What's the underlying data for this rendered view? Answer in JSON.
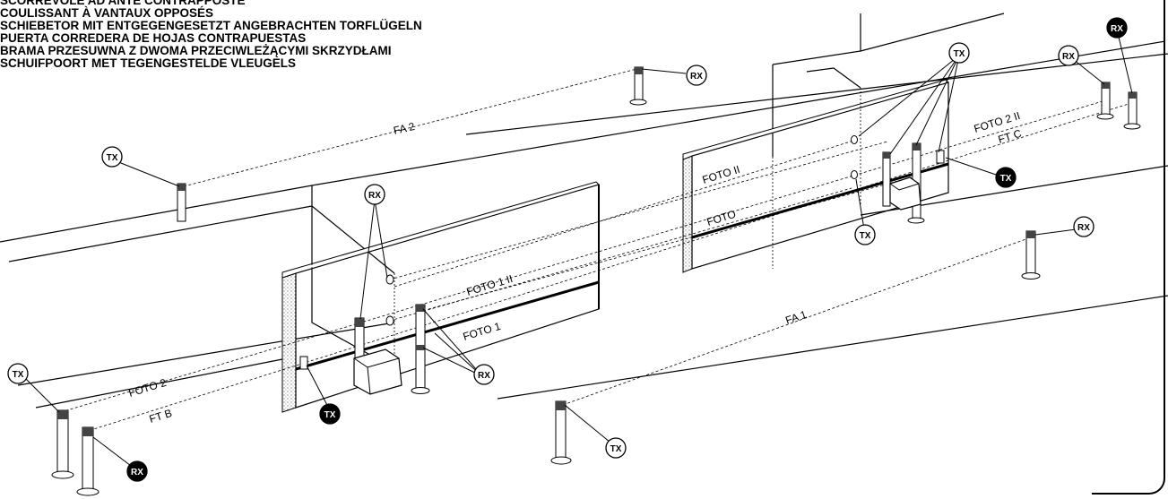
{
  "titles": [
    "SCORREVOLE AD ANTE CONTRAPPOSTE",
    "COULISSANT À VANTAUX OPPOSÉS",
    "SCHIEBETOR MIT ENTGEGENGESETZT ANGEBRACHTEN TORFLÜGELN",
    "PUERTA CORREDERA DE HOJAS CONTRAPUESTAS",
    "BRAMA PRZESUWNA Z DWOMA PRZECIWLEŻĄCYMI SKRZYDŁAMI",
    "SCHUIFPOORT MET TEGENGESTELDE VLEUGELS"
  ],
  "beam_labels": {
    "fa2": "FA 2",
    "fa1": "FA 1",
    "foto1_ii": "FOTO 1 II",
    "foto1": "FOTO 1",
    "foto2": "FOTO 2",
    "ft_b": "FT  B",
    "foto_ii": "FOTO II",
    "foto": "FOTO",
    "foto2_ii": "FOTO 2 II",
    "ft_c": "FT  C"
  },
  "badges": {
    "tx": "TX",
    "rx": "RX"
  },
  "colors": {
    "ink": "#000000",
    "paper": "#ffffff",
    "stone": "#c8c8c8"
  }
}
